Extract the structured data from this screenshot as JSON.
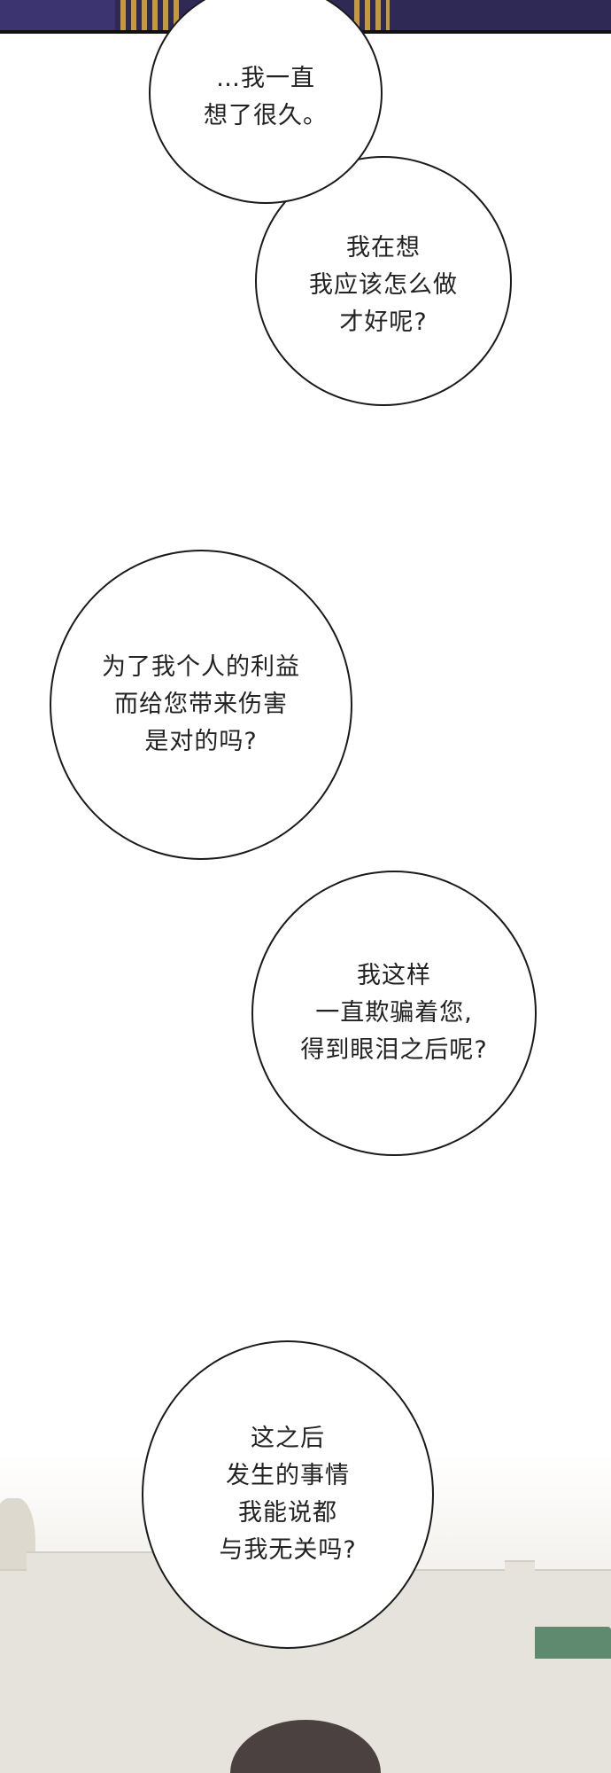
{
  "bubbles": [
    {
      "lines": [
        "…我一直",
        "想了很久。"
      ]
    },
    {
      "lines": [
        "我在想",
        "我应该怎么做",
        "才好呢?"
      ]
    },
    {
      "lines": [
        "为了我个人的利益",
        "而给您带来伤害",
        "是对的吗?"
      ]
    },
    {
      "lines": [
        "我这样",
        "一直欺骗着您,",
        "得到眼泪之后呢?"
      ]
    },
    {
      "lines": [
        "这之后",
        "发生的事情",
        "我能说都",
        "与我无关吗?"
      ]
    }
  ],
  "colors": {
    "panel": "#2f2a55",
    "ornament_gold": "#c49a3c",
    "bubble_border": "#1a1a1a"
  }
}
